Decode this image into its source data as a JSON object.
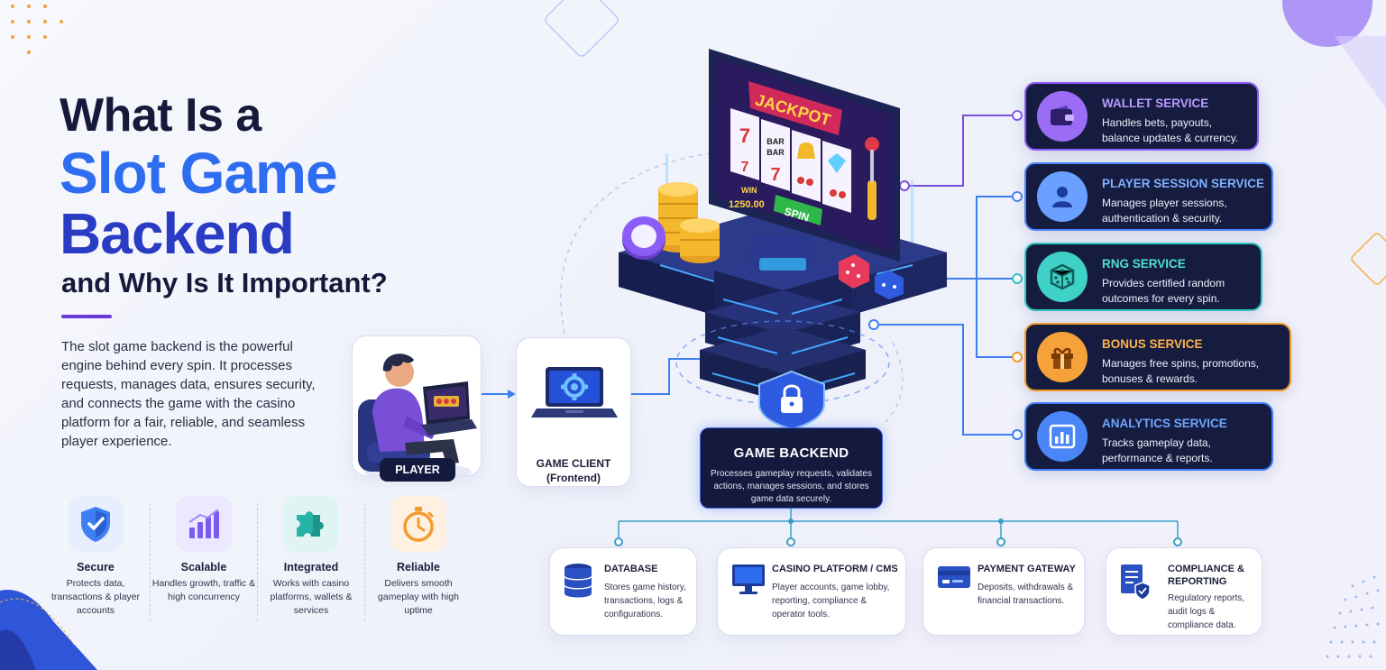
{
  "title": {
    "line1": "What Is a",
    "line2": "Slot Game",
    "line3": "Backend",
    "line4": "and Why Is It Important?"
  },
  "intro": "The slot game backend is the powerful engine behind every spin. It processes requests, manages data, ensures security, and connects the game with the casino platform for a fair, reliable, and seamless player experience.",
  "features": [
    {
      "title": "Secure",
      "desc": "Protects data, transactions & player accounts",
      "icon": "shield-check-icon"
    },
    {
      "title": "Scalable",
      "desc": "Handles growth, traffic & high concurrency",
      "icon": "bar-chart-icon"
    },
    {
      "title": "Integrated",
      "desc": "Works with casino platforms, wallets & services",
      "icon": "puzzle-icon"
    },
    {
      "title": "Reliable",
      "desc": "Delivers smooth gameplay with high uptime",
      "icon": "stopwatch-icon"
    }
  ],
  "player": {
    "label": "PLAYER"
  },
  "client": {
    "title": "GAME CLIENT",
    "subtitle": "(Frontend)"
  },
  "machine": {
    "jackpot": "JACKPOT",
    "win_label": "WIN",
    "win_value": "1250.00",
    "spin": "SPIN",
    "bar1": "BAR",
    "bar2": "BAR"
  },
  "backend": {
    "title": "GAME BACKEND",
    "desc": "Processes gameplay requests, validates actions, manages sessions, and stores game data securely."
  },
  "services": [
    {
      "title": "WALLET SERVICE",
      "desc1": "Handles bets, payouts,",
      "desc2": "balance updates & currency.",
      "icon": "wallet-icon",
      "color": "#9b6cf5"
    },
    {
      "title": "PLAYER SESSION SERVICE",
      "desc1": "Manages player sessions,",
      "desc2": "authentication & security.",
      "icon": "user-icon",
      "color": "#4f86f7"
    },
    {
      "title": "RNG SERVICE",
      "desc1": "Provides certified random",
      "desc2": "outcomes for every spin.",
      "icon": "dice-icon",
      "color": "#32c6c2"
    },
    {
      "title": "BONUS SERVICE",
      "desc1": "Manages free spins, promotions,",
      "desc2": "bonuses & rewards.",
      "icon": "gift-icon",
      "color": "#f59a2c"
    },
    {
      "title": "ANALYTICS SERVICE",
      "desc1": "Tracks gameplay data,",
      "desc2": "performance & reports.",
      "icon": "analytics-icon",
      "color": "#3f7ff5"
    }
  ],
  "components": [
    {
      "title": "DATABASE",
      "desc": "Stores game history, transactions, logs & configurations.",
      "icon": "database-icon"
    },
    {
      "title": "CASINO PLATFORM / CMS",
      "desc": "Player accounts, game lobby, reporting, compliance & operator tools.",
      "icon": "monitor-icon"
    },
    {
      "title": "PAYMENT GATEWAY",
      "desc": "Deposits, withdrawals & financial transactions.",
      "icon": "card-icon"
    },
    {
      "title": "COMPLIANCE & REPORTING",
      "desc": "Regulatory reports, audit logs & compliance data.",
      "icon": "report-shield-icon"
    }
  ],
  "colors": {
    "navy": "#141a3e",
    "blue": "#2f6df0",
    "indigo": "#2a3bc4",
    "purple": "#6a3ad8",
    "teal": "#32c6c2",
    "orange": "#f59a2c"
  }
}
